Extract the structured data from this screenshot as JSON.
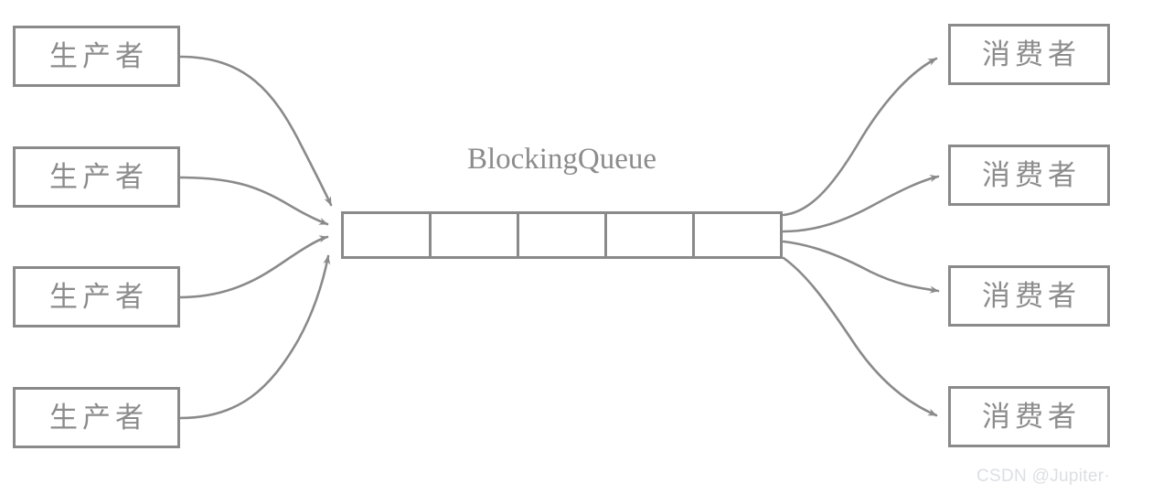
{
  "diagram": {
    "title": "BlockingQueue",
    "colors": {
      "stroke": "#8a8a8a",
      "text": "#8c8c8c",
      "background": "#ffffff",
      "watermark": "#dcdfe3"
    },
    "producers": [
      {
        "label": "生产者"
      },
      {
        "label": "生产者"
      },
      {
        "label": "生产者"
      },
      {
        "label": "生产者"
      }
    ],
    "consumers": [
      {
        "label": "消费者"
      },
      {
        "label": "消费者"
      },
      {
        "label": "消费者"
      },
      {
        "label": "消费者"
      }
    ],
    "queue": {
      "label": "BlockingQueue",
      "cells": [
        "",
        "",
        "",
        "",
        ""
      ],
      "cell_count": 5
    },
    "edges": {
      "producer_to_queue_count": 4,
      "queue_to_consumer_count": 4,
      "style": "curved-arrow"
    }
  },
  "watermark": {
    "text": "CSDN @Jupiter·"
  }
}
